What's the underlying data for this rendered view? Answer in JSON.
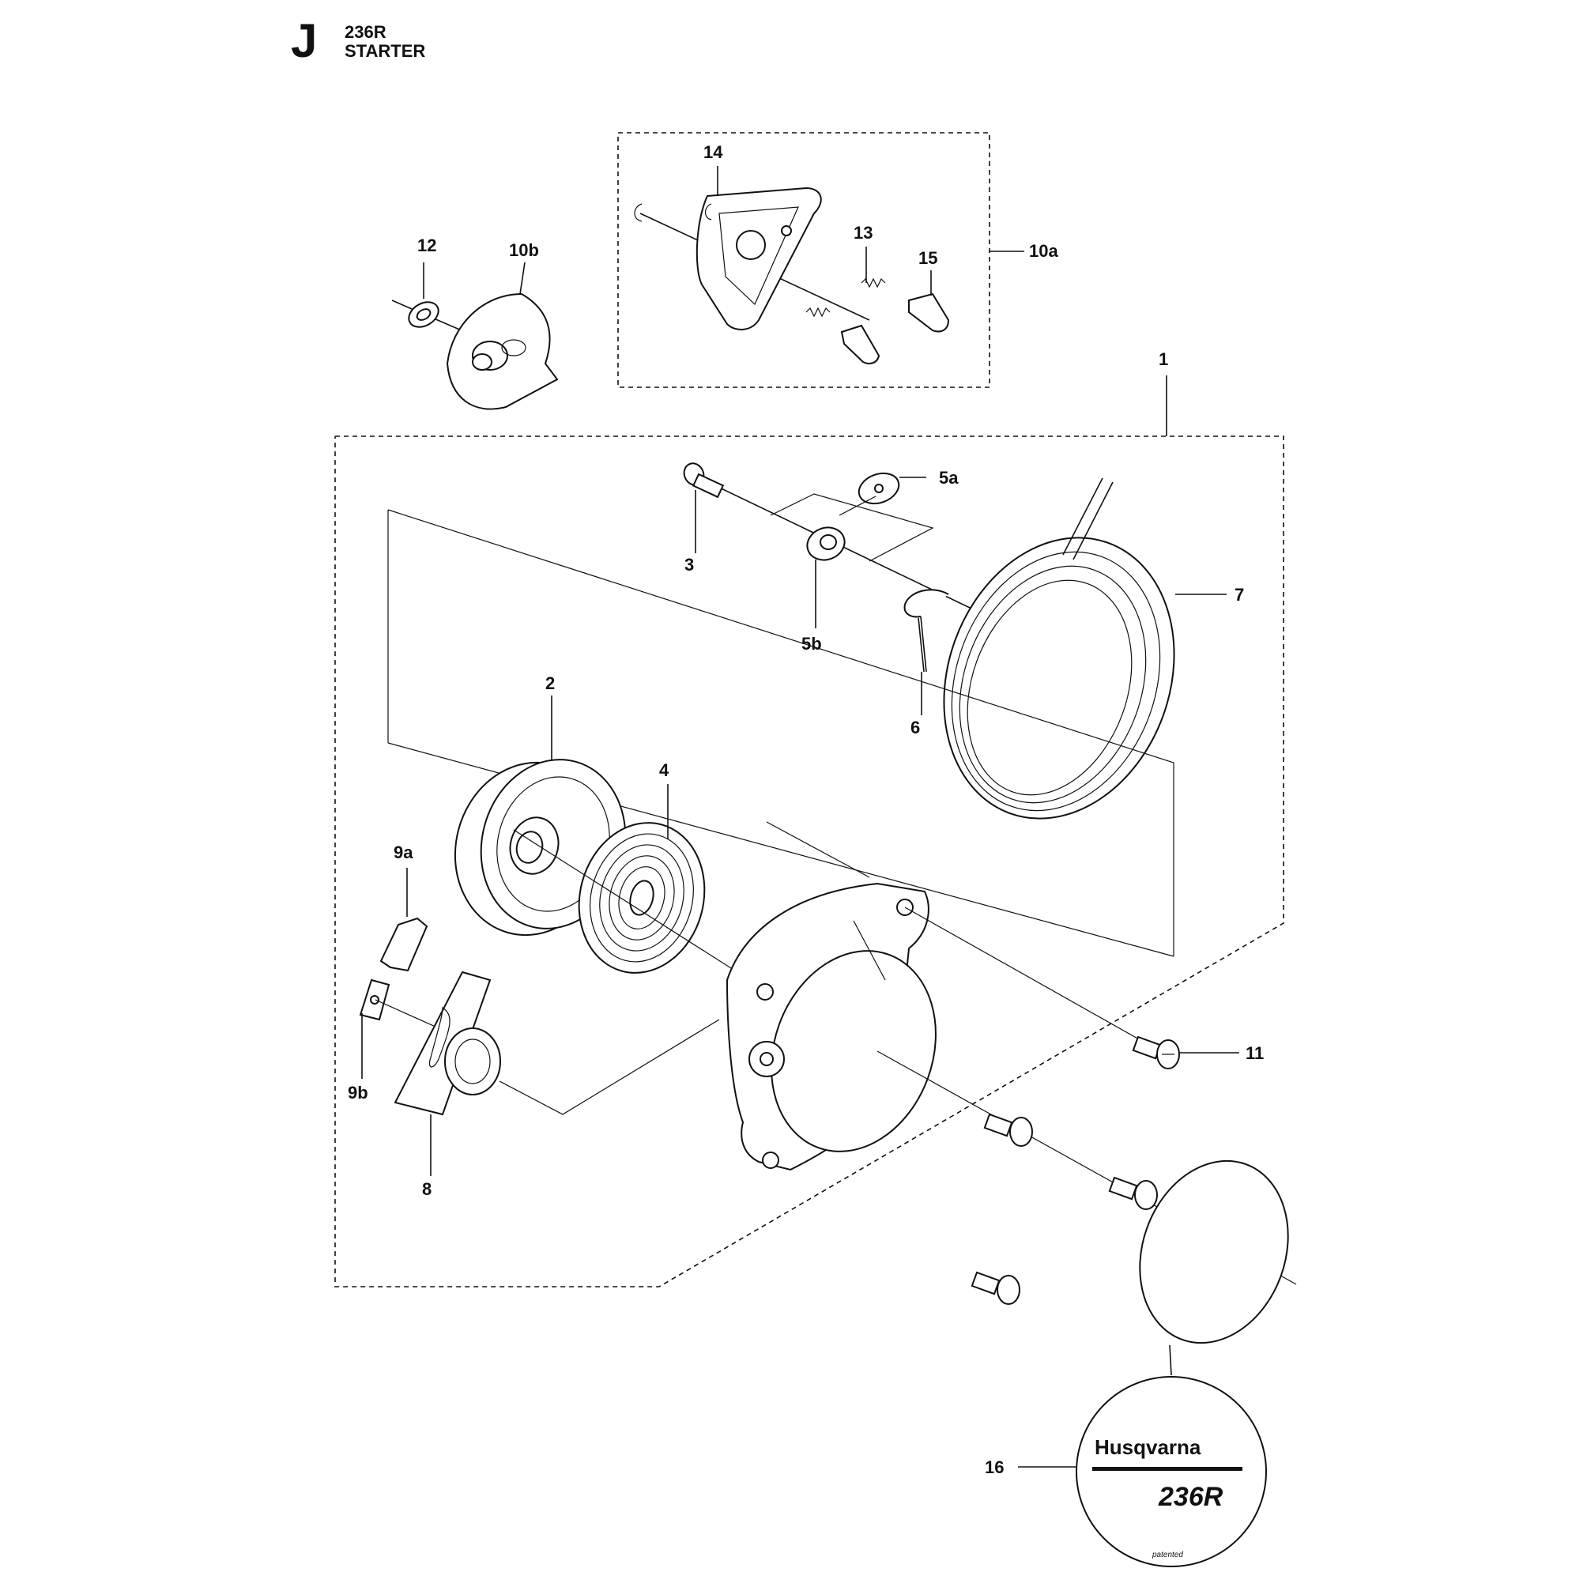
{
  "header": {
    "section_letter": "J",
    "model": "236R",
    "title": "STARTER"
  },
  "callouts": {
    "c1": "1",
    "c2": "2",
    "c3": "3",
    "c4": "4",
    "c5a": "5a",
    "c5b": "5b",
    "c6": "6",
    "c7": "7",
    "c8": "8",
    "c9a": "9a",
    "c9b": "9b",
    "c10a": "10a",
    "c10b": "10b",
    "c11": "11",
    "c12": "12",
    "c13": "13",
    "c14": "14",
    "c15": "15",
    "c16": "16"
  },
  "decal": {
    "brand": "Husqvarna",
    "model": "236R",
    "note": "patented"
  }
}
